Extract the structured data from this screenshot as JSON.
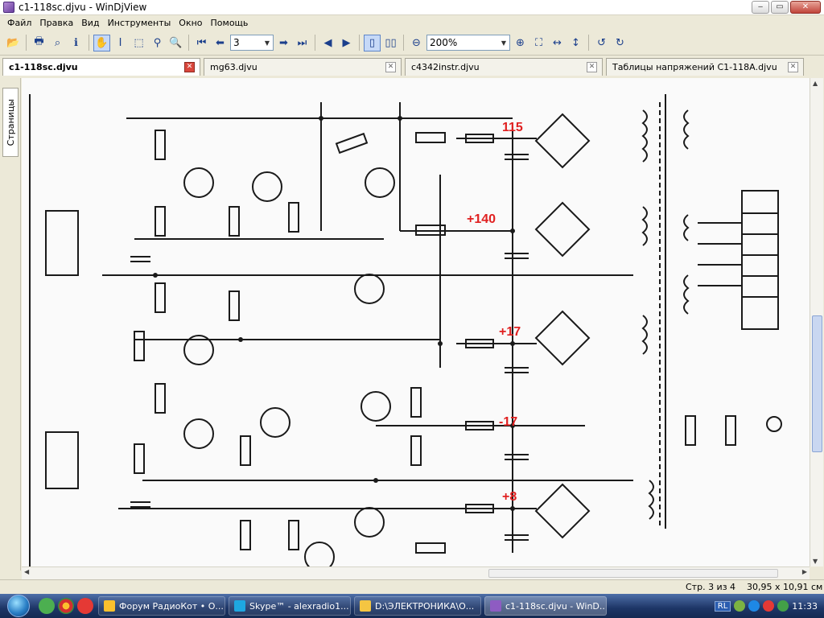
{
  "window": {
    "title": "c1-118sc.djvu - WinDjView",
    "buttons": {
      "minimize": "‒",
      "maximize": "▭",
      "close": "✕"
    }
  },
  "menu": [
    "Файл",
    "Правка",
    "Вид",
    "Инструменты",
    "Окно",
    "Помощь"
  ],
  "toolbar": {
    "page_value": "3",
    "zoom_value": "200%"
  },
  "tabs": [
    {
      "label": "c1-118sc.djvu",
      "active": true
    },
    {
      "label": "mg63.djvu",
      "active": false
    },
    {
      "label": "c4342instr.djvu",
      "active": false
    },
    {
      "label": "Таблицы напряжений С1-118А.djvu",
      "active": false
    }
  ],
  "side_panel": {
    "label": "Страницы"
  },
  "document": {
    "annotations": {
      "v115": "115",
      "v140": "+140",
      "v17p": "+17",
      "v17m": "-17",
      "v8": "+8"
    },
    "colors": {
      "annotation": "#e02020",
      "ink": "#1a1a1a"
    }
  },
  "status": {
    "page": "Стр. 3 из 4",
    "size": "30,95 x 10,91 см"
  },
  "taskbar": {
    "tasks": [
      {
        "label": "Форум РадиоКот • О...",
        "active": false
      },
      {
        "label": "Skype™ - alexradio1...",
        "active": false
      },
      {
        "label": "D:\\ЭЛЕКТРОНИКА\\О...",
        "active": false
      },
      {
        "label": "c1-118sc.djvu - WinD...",
        "active": true
      }
    ],
    "lang": "RL",
    "clock": "11:33"
  }
}
